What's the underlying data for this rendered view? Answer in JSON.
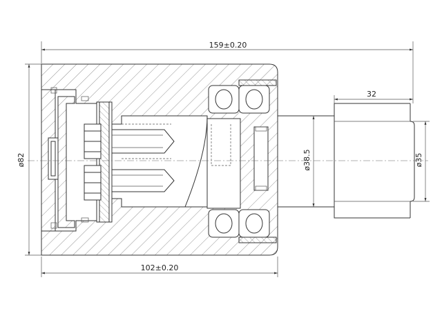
{
  "dimensions": {
    "overall_length": "159±0.20",
    "body_length": "102±0.20",
    "shaft_step_length": "32",
    "body_diameter": "ø82",
    "hub_diameter": "ø38.5",
    "shaft_diameter": "ø35"
  }
}
